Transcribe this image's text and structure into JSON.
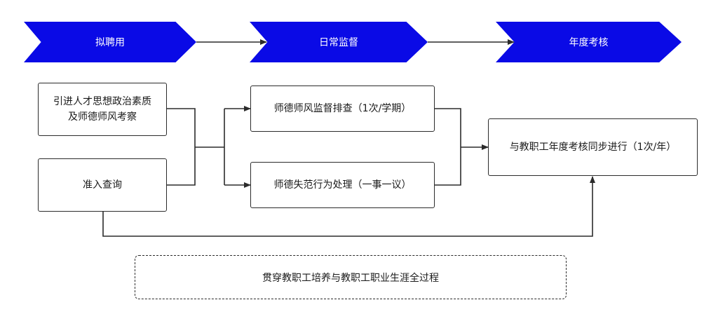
{
  "stages": [
    {
      "label": "拟聘用"
    },
    {
      "label": "日常监督"
    },
    {
      "label": "年度考核"
    }
  ],
  "boxes": {
    "ideology_check": {
      "line1": "引进人才思想政治素质",
      "line2": "及师德师风考察"
    },
    "access_query": {
      "label": "准入查询"
    },
    "supervision_check": {
      "label": "师德师风监督排查（1次/学期）"
    },
    "misconduct_handling": {
      "label": "师德失范行为处理（一事一议）"
    },
    "annual_review": {
      "label": "与教职工年度考核同步进行（1次/年）"
    }
  },
  "footer": {
    "label": "贯穿教职工培养与教职工职业生涯全过程"
  },
  "colors": {
    "stage_fill": "#0a0ae6",
    "stroke": "#2b2b2b",
    "text": "#1a1a1a"
  }
}
